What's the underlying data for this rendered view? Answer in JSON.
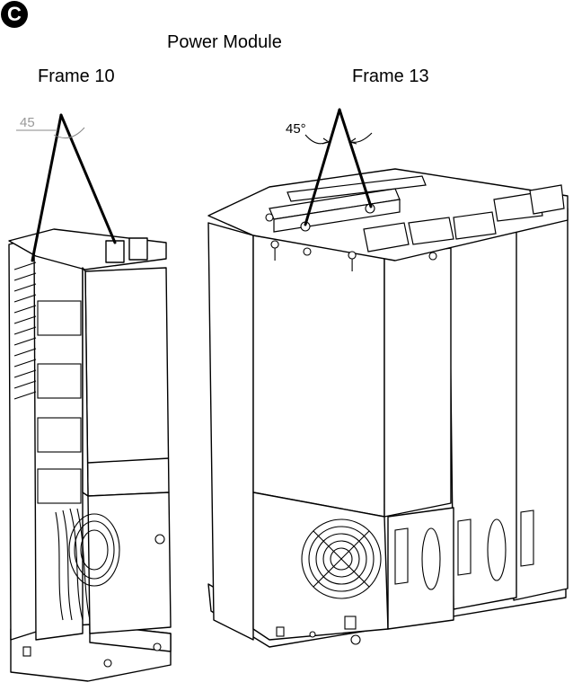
{
  "figure": {
    "badge_letter": "C",
    "title": "Power Module",
    "frame10": {
      "label": "Frame 10",
      "angle": "45"
    },
    "frame13": {
      "label": "Frame 13",
      "angle": "45°"
    }
  },
  "colors": {
    "line": "#000000",
    "background": "#ffffff",
    "angle_text_faint": "#999999"
  }
}
